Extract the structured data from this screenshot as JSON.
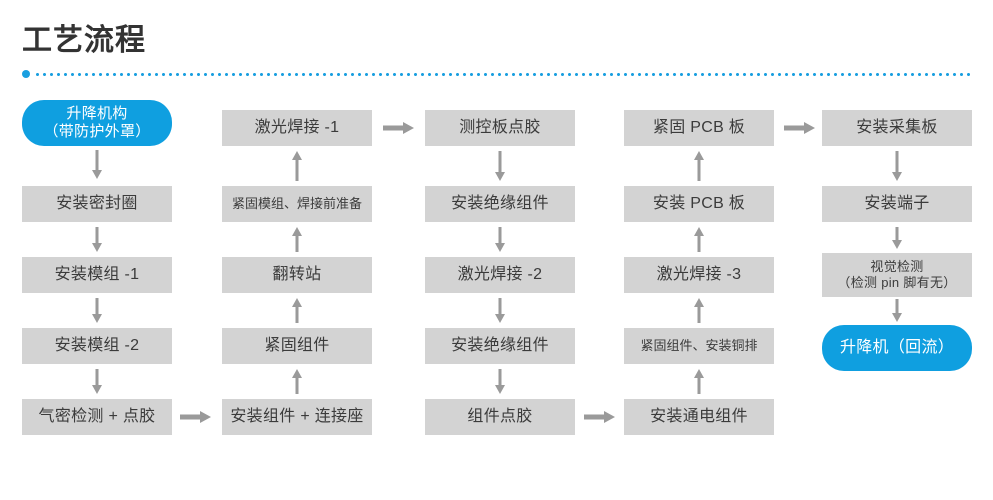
{
  "header": {
    "title": "工艺流程",
    "rule_color": "#1a9fe0",
    "lead_dot": "bullet-dot"
  },
  "theme": {
    "node_bg": "#d3d3d3",
    "node_text": "#3b3b3b",
    "highlight_bg": "#0f9fe0",
    "highlight_text": "#ffffff",
    "arrow_color": "#9a9a9a"
  },
  "flow": {
    "columns": [
      {
        "id": "column-1",
        "direction": "down",
        "nodes": [
          {
            "label": "升降机构\n（带防护外罩）",
            "line1": "升降机构",
            "line2": "（带防护外罩）",
            "style": "pill-two-line"
          },
          {
            "label": "安装密封圈",
            "style": "box"
          },
          {
            "label": "安装模组 -1",
            "style": "box"
          },
          {
            "label": "安装模组 -2",
            "style": "box"
          },
          {
            "label": "气密检测 + 点胶",
            "style": "box"
          }
        ]
      },
      {
        "id": "column-2",
        "direction": "up",
        "nodes": [
          {
            "label": "激光焊接 -1",
            "style": "box"
          },
          {
            "label": "紧固模组、焊接前准备",
            "style": "box-small"
          },
          {
            "label": "翻转站",
            "style": "box"
          },
          {
            "label": "紧固组件",
            "style": "box"
          },
          {
            "label": "安装组件 + 连接座",
            "style": "box"
          }
        ]
      },
      {
        "id": "column-3",
        "direction": "down",
        "nodes": [
          {
            "label": "测控板点胶",
            "style": "box"
          },
          {
            "label": "安装绝缘组件",
            "style": "box"
          },
          {
            "label": "激光焊接 -2",
            "style": "box"
          },
          {
            "label": "安装绝缘组件",
            "style": "box"
          },
          {
            "label": "组件点胶",
            "style": "box"
          }
        ]
      },
      {
        "id": "column-4",
        "direction": "up",
        "nodes": [
          {
            "label": "紧固 PCB 板",
            "style": "box"
          },
          {
            "label": "安装 PCB 板",
            "style": "box"
          },
          {
            "label": "激光焊接 -3",
            "style": "box"
          },
          {
            "label": "紧固组件、安装铜排",
            "style": "box-small"
          },
          {
            "label": "安装通电组件",
            "style": "box"
          }
        ]
      },
      {
        "id": "column-5",
        "direction": "down",
        "nodes": [
          {
            "label": "安装采集板",
            "style": "box"
          },
          {
            "label": "安装端子",
            "style": "box"
          },
          {
            "label": "视觉检测\n（检测 pin 脚有无）",
            "line1": "视觉检测",
            "line2": "（检测 pin 脚有无）",
            "style": "box-two-line"
          },
          {
            "label": "升降机（回流）",
            "style": "pill"
          }
        ]
      }
    ],
    "connectors": [
      {
        "name": "arrow-c1-r1-r2",
        "type": "down"
      },
      {
        "name": "arrow-c1-r2-r3",
        "type": "down"
      },
      {
        "name": "arrow-c1-r3-r4",
        "type": "down"
      },
      {
        "name": "arrow-c1-r4-r5",
        "type": "down"
      },
      {
        "name": "arrow-c1-r5-to-c2-r5",
        "type": "right"
      },
      {
        "name": "arrow-c2-r5-r4",
        "type": "up"
      },
      {
        "name": "arrow-c2-r4-r3",
        "type": "up"
      },
      {
        "name": "arrow-c2-r3-r2",
        "type": "up"
      },
      {
        "name": "arrow-c2-r2-r1",
        "type": "up"
      },
      {
        "name": "arrow-c2-r1-to-c3-r1",
        "type": "right"
      },
      {
        "name": "arrow-c3-r1-r2",
        "type": "down"
      },
      {
        "name": "arrow-c3-r2-r3",
        "type": "down"
      },
      {
        "name": "arrow-c3-r3-r4",
        "type": "down"
      },
      {
        "name": "arrow-c3-r4-r5",
        "type": "down"
      },
      {
        "name": "arrow-c3-r5-to-c4-r5",
        "type": "right"
      },
      {
        "name": "arrow-c4-r5-r4",
        "type": "up"
      },
      {
        "name": "arrow-c4-r4-r3",
        "type": "up"
      },
      {
        "name": "arrow-c4-r3-r2",
        "type": "up"
      },
      {
        "name": "arrow-c4-r2-r1",
        "type": "up"
      },
      {
        "name": "arrow-c4-r1-to-c5-r1",
        "type": "right"
      },
      {
        "name": "arrow-c5-r1-r2",
        "type": "down"
      },
      {
        "name": "arrow-c5-r2-r3",
        "type": "down"
      },
      {
        "name": "arrow-c5-r3-r4",
        "type": "down"
      }
    ]
  }
}
